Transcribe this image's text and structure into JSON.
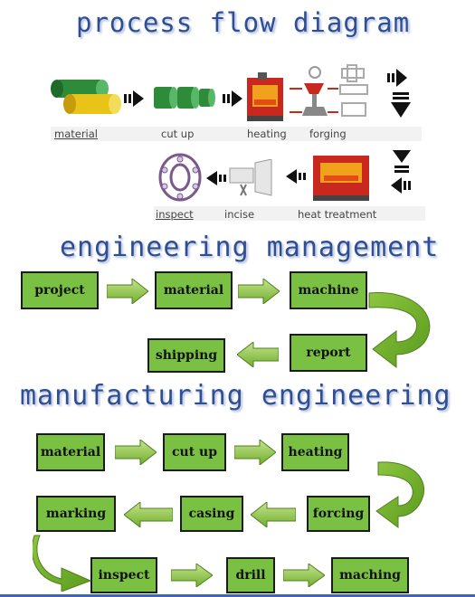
{
  "headings": {
    "process": "process flow diagram",
    "engineering": "engineering management",
    "manufacturing": "manufacturing engineering"
  },
  "process_row1": [
    "material",
    "cut up",
    "heating",
    "forging"
  ],
  "process_row2": [
    "inspect",
    "incise",
    "heat treatment"
  ],
  "engineering_boxes": {
    "project": "project",
    "material": "material",
    "machine": "machine",
    "report": "report",
    "shipping": "shipping"
  },
  "manufacturing_boxes": {
    "material": "material",
    "cut_up": "cut up",
    "heating": "heating",
    "forcing": "forcing",
    "casing": "casing",
    "marking": "marking",
    "inspect": "inspect",
    "drill": "drill",
    "maching": "maching"
  },
  "colors": {
    "box_green": "#7ac143",
    "heading_blue": "#2f4f95",
    "arrow_green": "#8dc63f"
  }
}
